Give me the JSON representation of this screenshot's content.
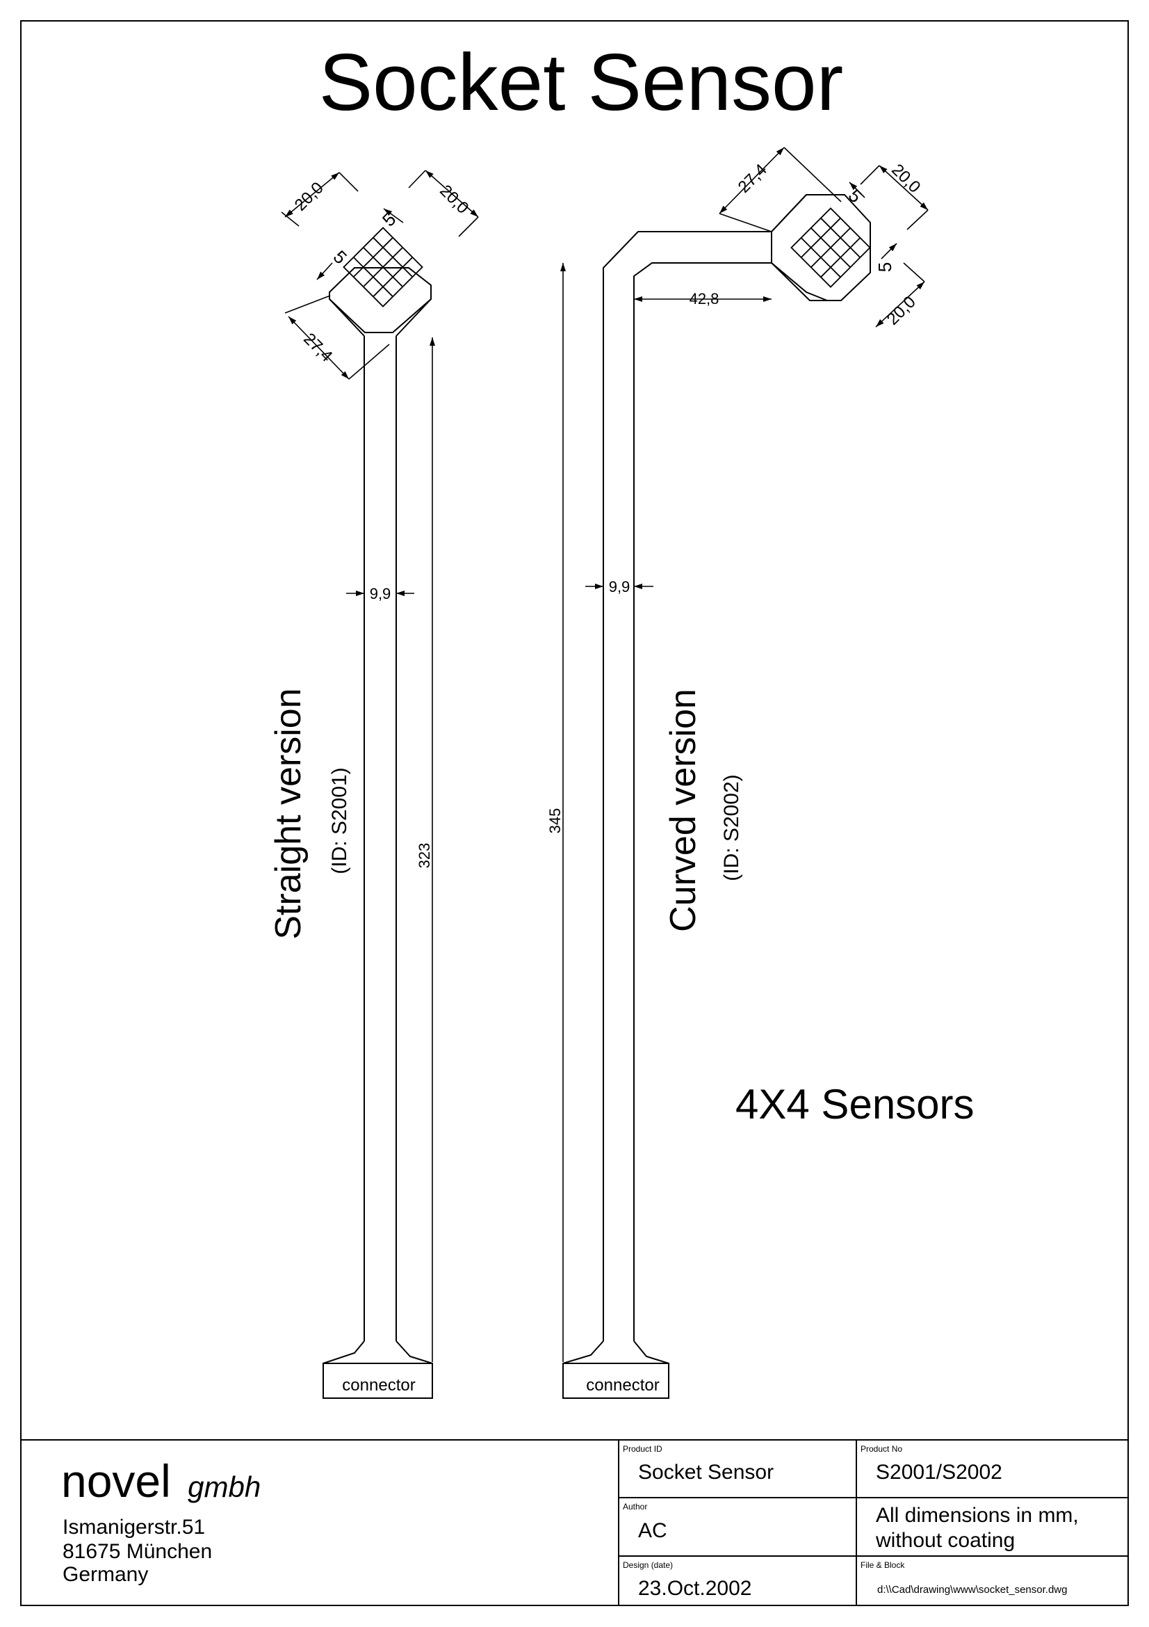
{
  "drawing": {
    "title": "Socket Sensor",
    "straight": {
      "name": "Straight version",
      "id_label": "(ID: S2001)",
      "dims": {
        "diag_a": "20,0",
        "diag_b": "20,0",
        "pitch_a": "5",
        "pitch_b": "5",
        "head": "27,4",
        "width": "9,9",
        "length": "323"
      },
      "connector": "connector"
    },
    "curved": {
      "name": "Curved version",
      "id_label": "(ID: S2002)",
      "dims": {
        "head": "27,4",
        "diag_a": "20,0",
        "diag_b": "20,0",
        "pitch_a": "5",
        "pitch_b": "5",
        "offset": "42,8",
        "width": "9,9",
        "length": "345"
      },
      "connector": "connector"
    },
    "note": "4X4 Sensors"
  },
  "title_block": {
    "company": "novel",
    "company_suffix": "gmbh",
    "address": [
      "Ismanigerstr.51",
      "81675 München",
      "Germany"
    ],
    "product_id_caption": "Product ID",
    "product_id": "Socket Sensor",
    "product_no_caption": "Product No",
    "product_no": "S2001/S2002",
    "author_caption": "Author",
    "author": "AC",
    "remark": [
      "All dimensions in mm,",
      "without coating"
    ],
    "design_date_caption": "Design (date)",
    "design_date": "23.Oct.2002",
    "file_caption": "File & Block",
    "file": "d:\\\\Cad\\drawing\\www\\socket_sensor.dwg"
  }
}
